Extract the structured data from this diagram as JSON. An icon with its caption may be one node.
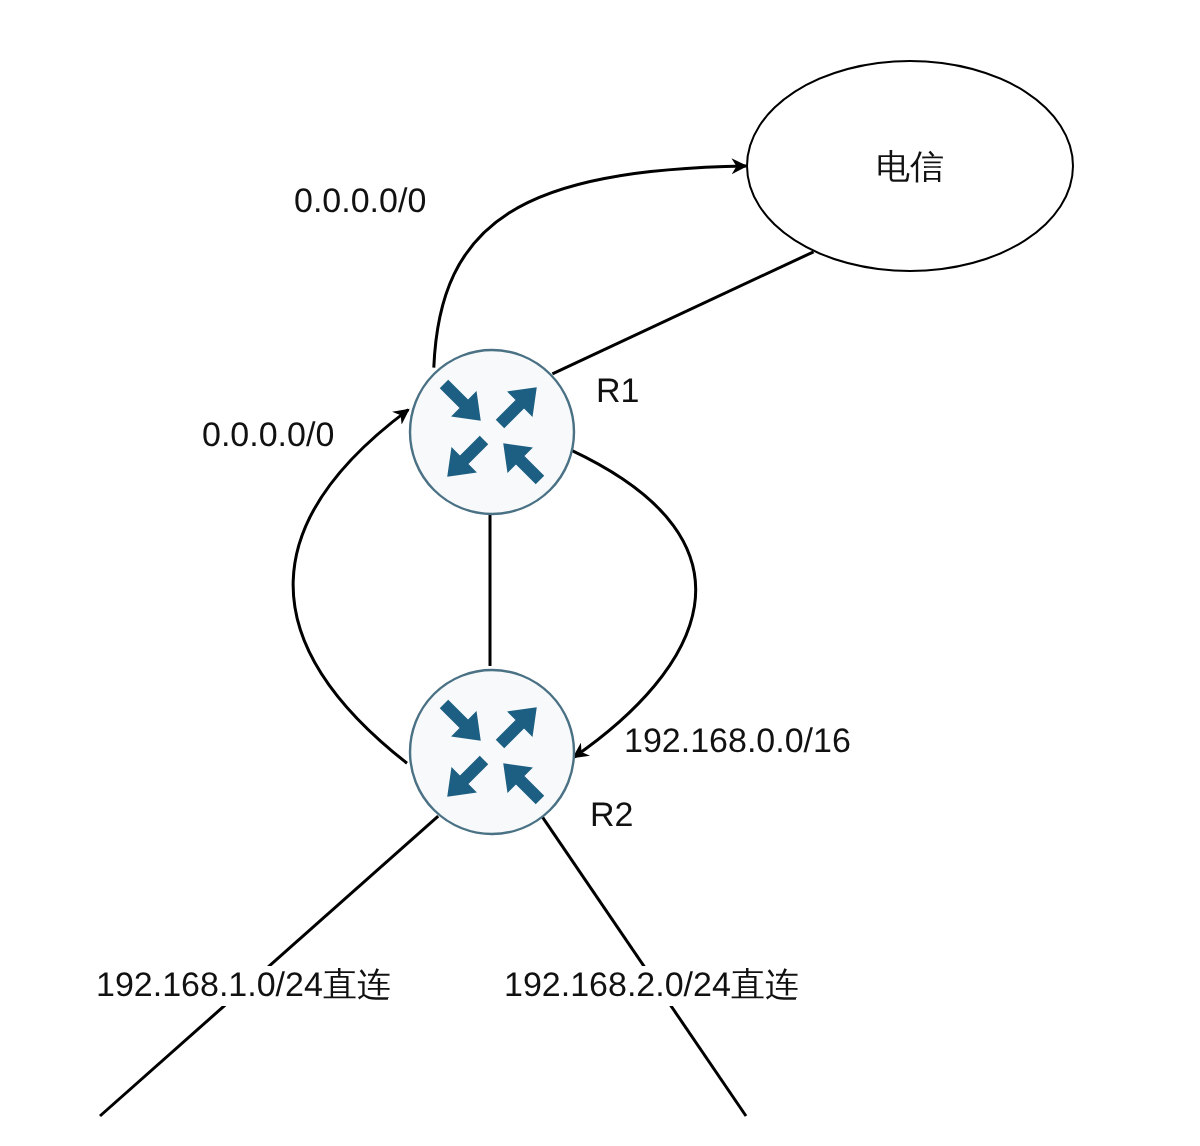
{
  "diagram": {
    "nodes": [
      {
        "text": [
          "电信"
        ]
      },
      {
        "text": [],
        "shape": "circle",
        "beside": [
          "R1"
        ]
      },
      {
        "text": [],
        "shape": "circle",
        "beside": [
          "R2"
        ]
      }
    ],
    "edges": [
      {
        "from": 1,
        "to": 0,
        "arrow": "to",
        "label": "0.0.0.0/0"
      },
      {
        "from": 1,
        "to": 0,
        "arrow": "none"
      },
      {
        "from": 2,
        "to": 1,
        "arrow": "to",
        "label": "0.0.0.0/0"
      },
      {
        "from": 1,
        "to": 2,
        "arrow": "none"
      },
      {
        "from": 1,
        "to": 2,
        "arrow": "to",
        "label": "192.168.0.0/16"
      },
      {
        "from": 2,
        "to": null,
        "arrow": "none",
        "label": "192.168.1.0/24直连"
      },
      {
        "from": 2,
        "to": null,
        "arrow": "none",
        "label": "192.168.2.0/24直连"
      }
    ]
  }
}
